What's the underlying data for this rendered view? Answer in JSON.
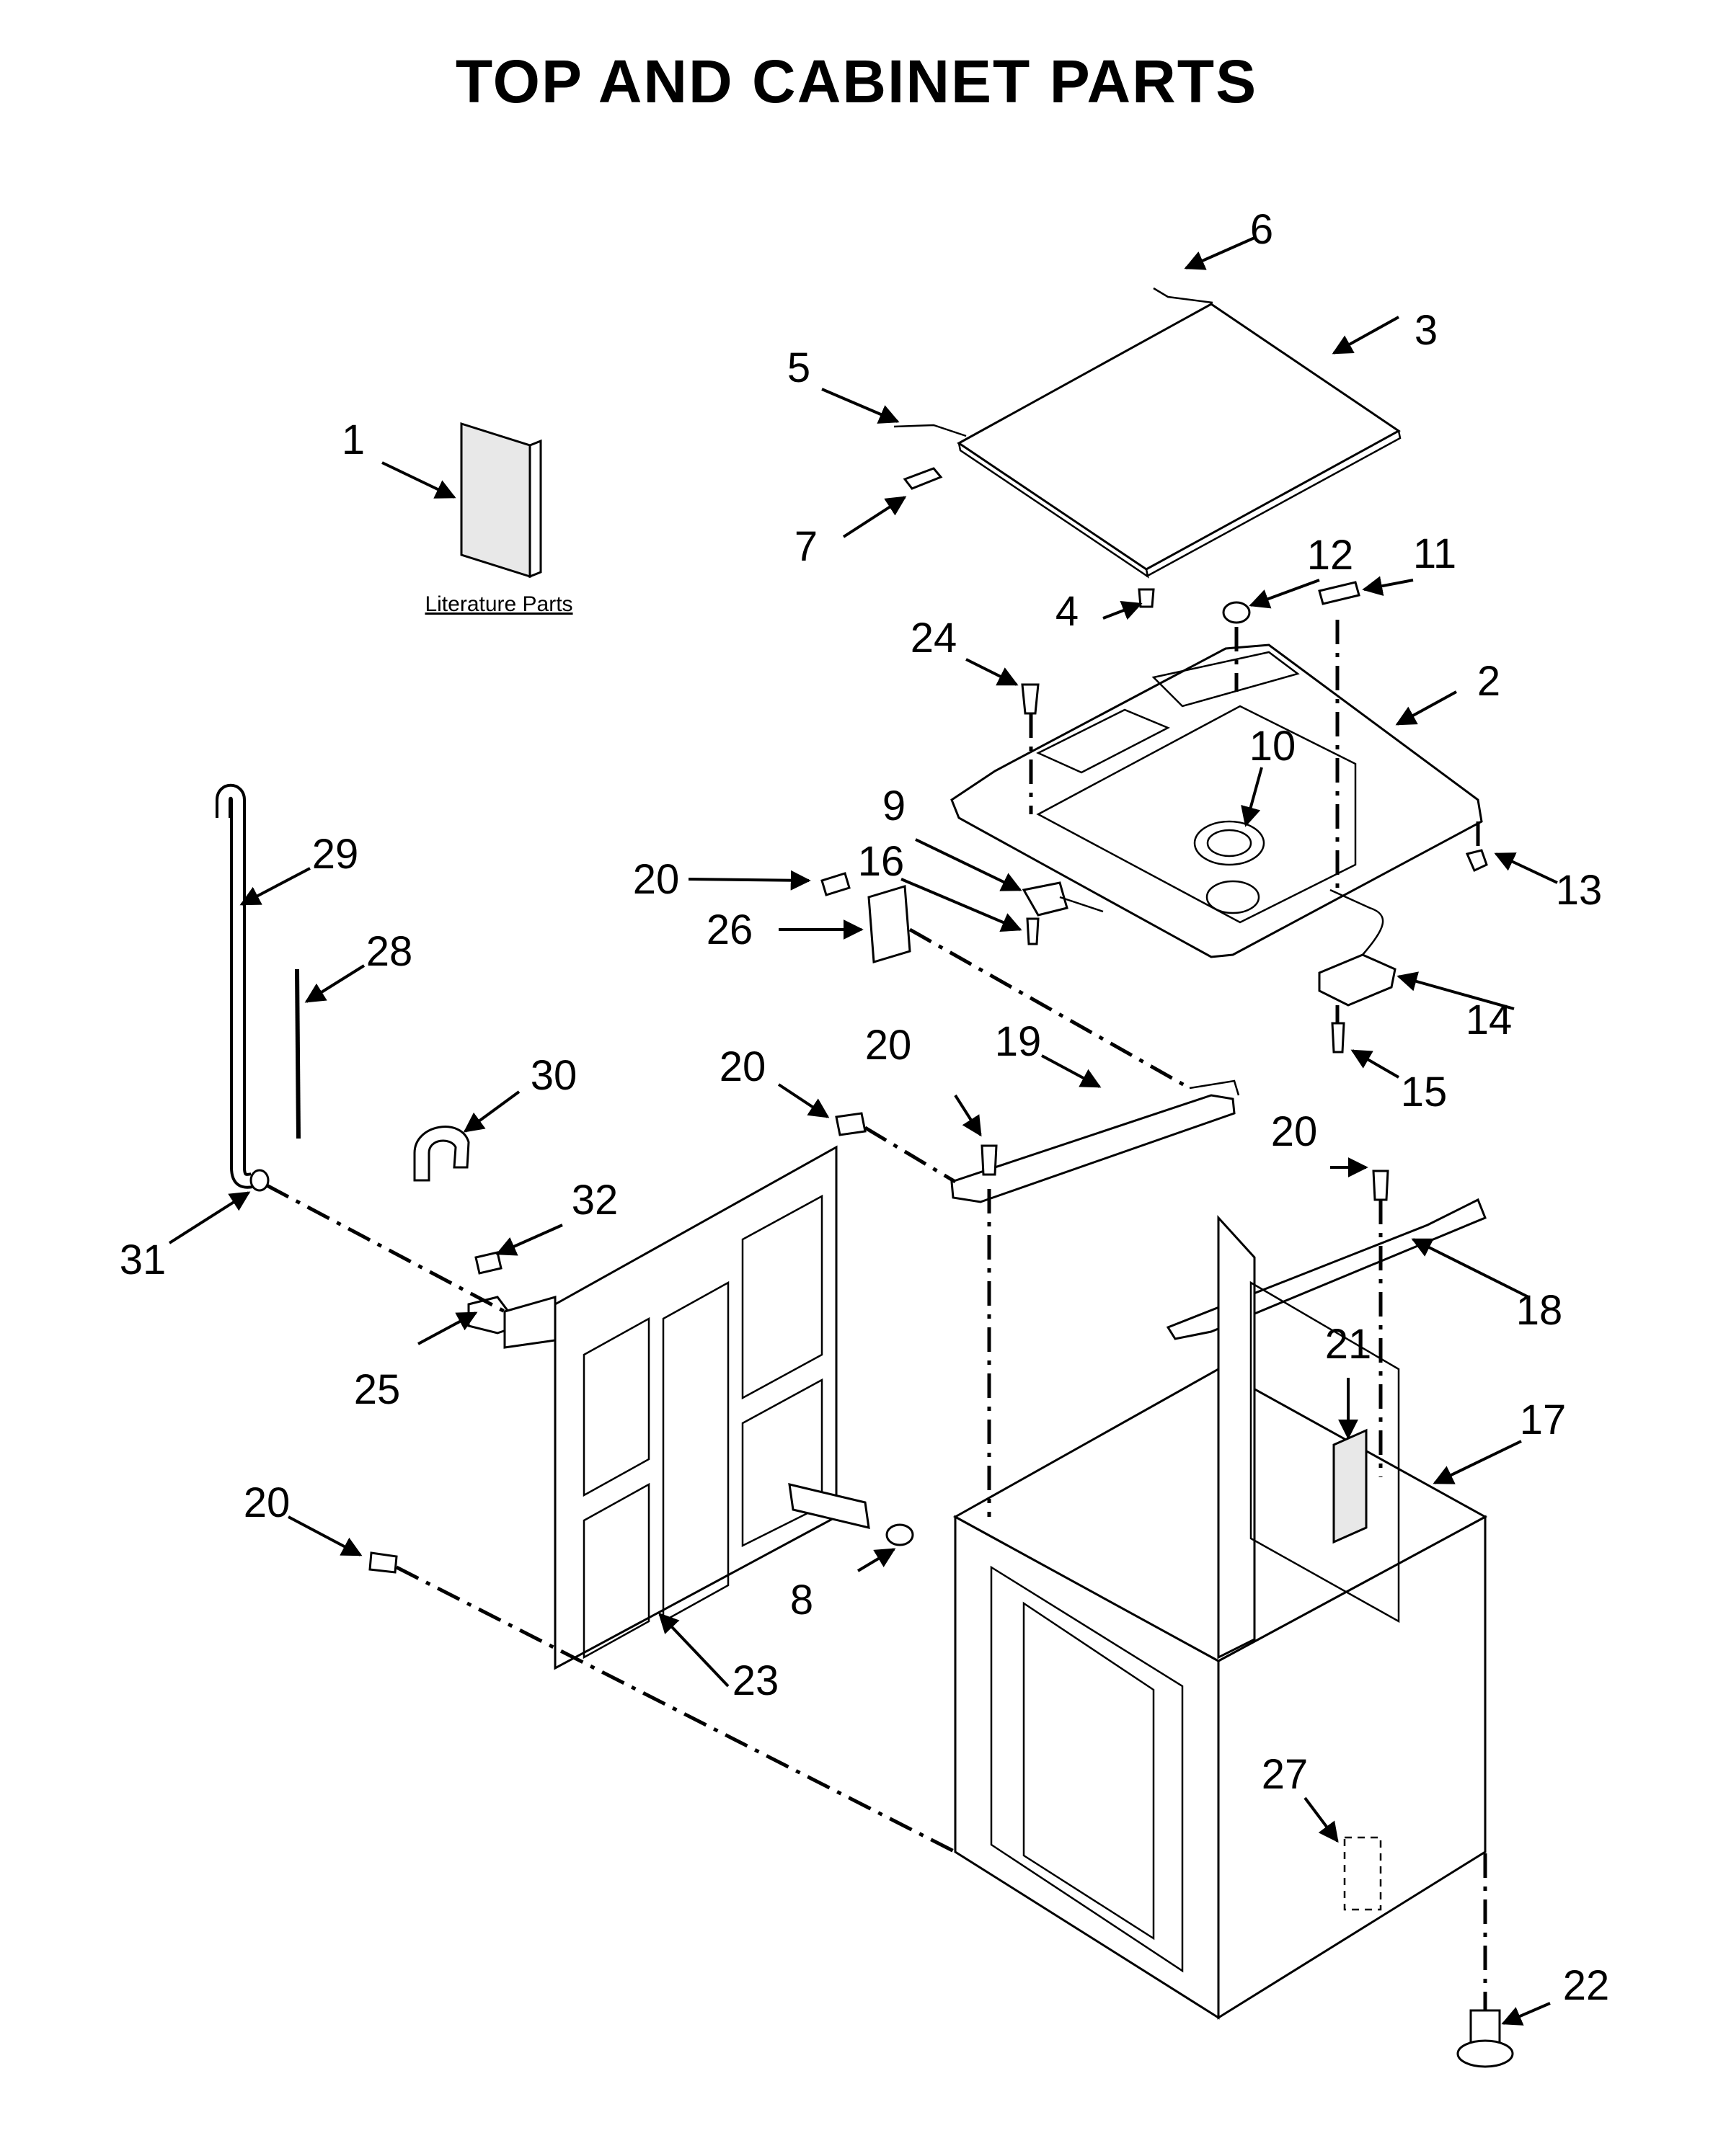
{
  "title": "TOP AND CABINET PARTS",
  "literature_label": "Literature Parts",
  "callouts": [
    "1",
    "2",
    "3",
    "4",
    "5",
    "6",
    "7",
    "8",
    "9",
    "10",
    "11",
    "12",
    "13",
    "14",
    "15",
    "16",
    "17",
    "18",
    "19",
    "20",
    "20",
    "20",
    "20",
    "20",
    "21",
    "22",
    "23",
    "24",
    "25",
    "26",
    "27",
    "28",
    "29",
    "30",
    "31",
    "32"
  ],
  "colors": {
    "ink": "#000000",
    "paper": "#ffffff",
    "shade": "#e8e8e8"
  }
}
